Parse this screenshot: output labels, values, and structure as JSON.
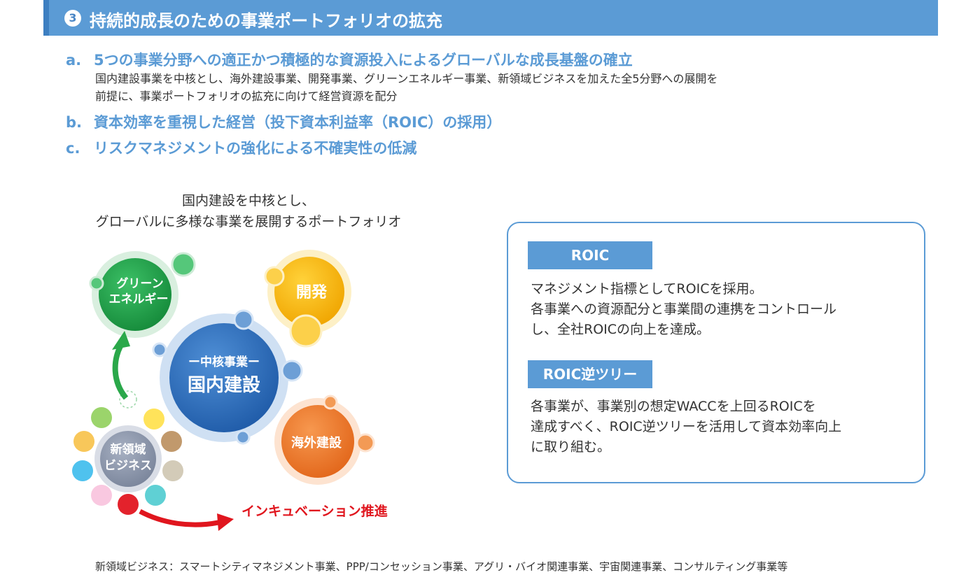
{
  "header": {
    "number": "3",
    "title": "持続的成長のための事業ポートフォリオの拡充"
  },
  "items": [
    {
      "letter": "a.",
      "title": "5つの事業分野への適正かつ積極的な資源投入によるグローバルな成長基盤の確立"
    },
    {
      "letter": "b.",
      "title": "資本効率を重視した経営（投下資本利益率（ROIC）の採用）"
    },
    {
      "letter": "c.",
      "title": "リスクマネジメントの強化による不確実性の低減"
    }
  ],
  "item_a_desc": {
    "line1": "国内建設事業を中核とし、海外建設事業、開発事業、グリーンエネルギー事業、新領域ビジネスを加えた全5分野への展開を",
    "line2": "前提に、事業ポートフォリオの拡充に向けて経営資源を配分"
  },
  "caption": {
    "line1": "国内建設を中核とし、",
    "line2": "グローバルに多様な事業を展開するポートフォリオ"
  },
  "diagram": {
    "core_sub": "ー中核事業ー",
    "core_main": "国内建設",
    "green_line1": "グリーン",
    "green_line2": "エネルギー",
    "dev": "開発",
    "overseas": "海外建設",
    "new_line1": "新領域",
    "new_line2": "ビジネス",
    "incubation": "インキュベーション推進",
    "colors": {
      "core": "#2e6fb7",
      "green": "#1fa24a",
      "dev": "#f5b800",
      "overseas": "#ee7b2d",
      "new": "#8a94a8",
      "arrow_red": "#e0161e",
      "arrow_green": "#2aa84a"
    }
  },
  "roic": {
    "label1": "ROIC",
    "text1": [
      "マネジメント指標としてROICを採用。",
      "各事業への資源配分と事業間の連携をコントロール",
      "し、全社ROICの向上を達成。"
    ],
    "label2": "ROIC逆ツリー",
    "text2": [
      "各事業が、事業別の想定WACCを上回るROICを",
      "達成すべく、ROIC逆ツリーを活用して資本効率向上",
      "に取り組む。"
    ]
  },
  "footnote": "新領域ビジネス：スマートシティマネジメント事業、PPP/コンセッション事業、アグリ・バイオ関連事業、宇宙関連事業、コンサルティング事業等"
}
